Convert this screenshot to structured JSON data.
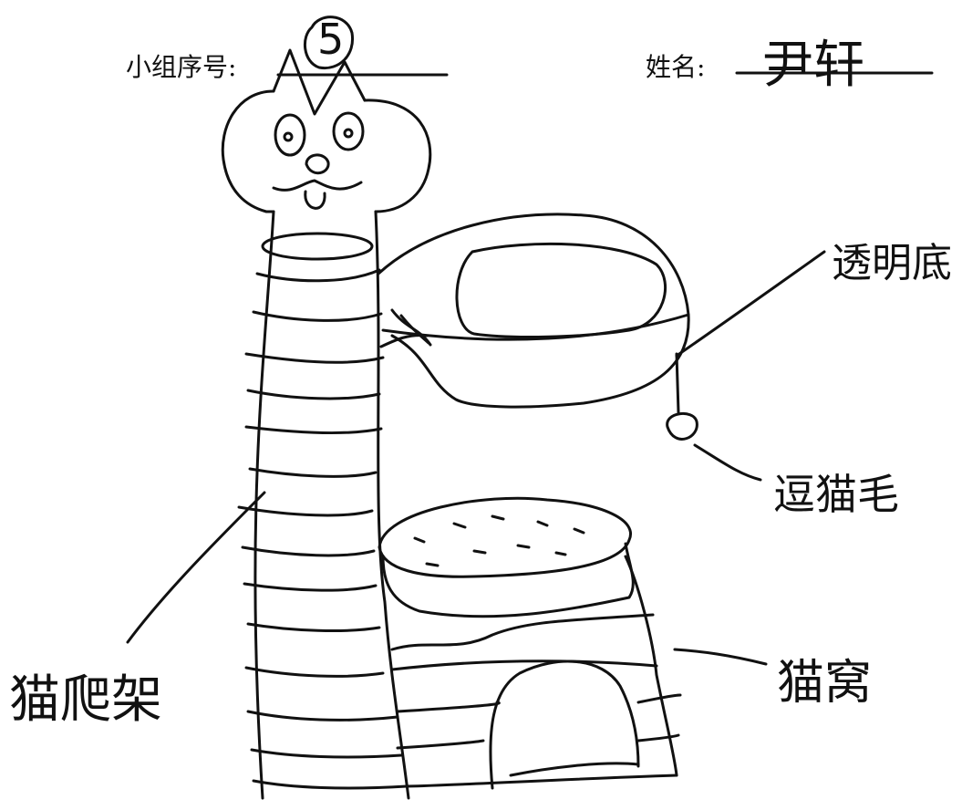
{
  "header": {
    "group_label": "小组序号:",
    "group_number": "5",
    "name_label": "姓名:",
    "name_value": "尹轩"
  },
  "labels": {
    "transparent_bottom": "透明底",
    "teaser_fur": "逗猫毛",
    "cat_tree": "猫爬架",
    "cat_house": "猫窝"
  }
}
